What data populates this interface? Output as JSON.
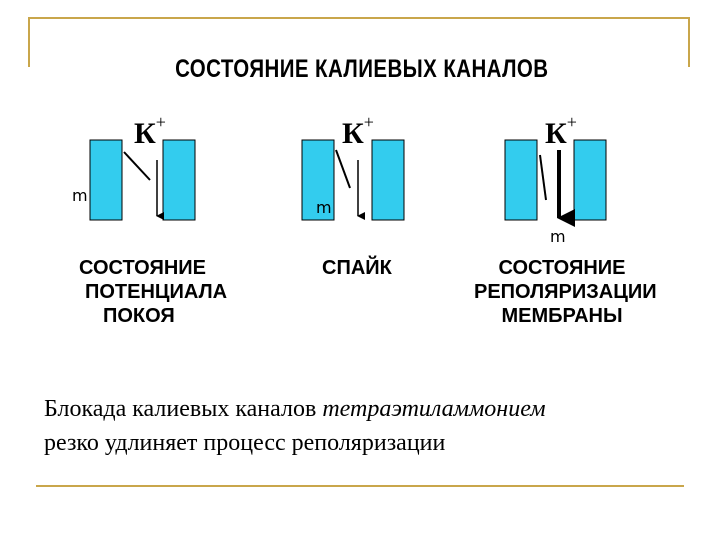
{
  "title": "СОСТОЯНИЕ  КАЛИЕВЫХ  КАНАЛОВ",
  "ion": "К",
  "ion_charge": "+",
  "gate": "m",
  "states": [
    {
      "lines": [
        "СОСТОЯНИЕ",
        "ПОТЕНЦИАЛА",
        "ПОКОЯ"
      ]
    },
    {
      "lines": [
        "СПАЙК"
      ]
    },
    {
      "lines": [
        "СОСТОЯНИЕ",
        "РЕПОЛЯРИЗАЦИИ",
        "МЕМБРАНЫ"
      ]
    }
  ],
  "caption": {
    "part1": "Блокада калиевых каналов ",
    "italic": "тетраэтиламмонием",
    "part2": "резко удлиняет процесс реполяризации"
  },
  "colors": {
    "channel": "#33ccee",
    "frame": "#c9a64b"
  }
}
